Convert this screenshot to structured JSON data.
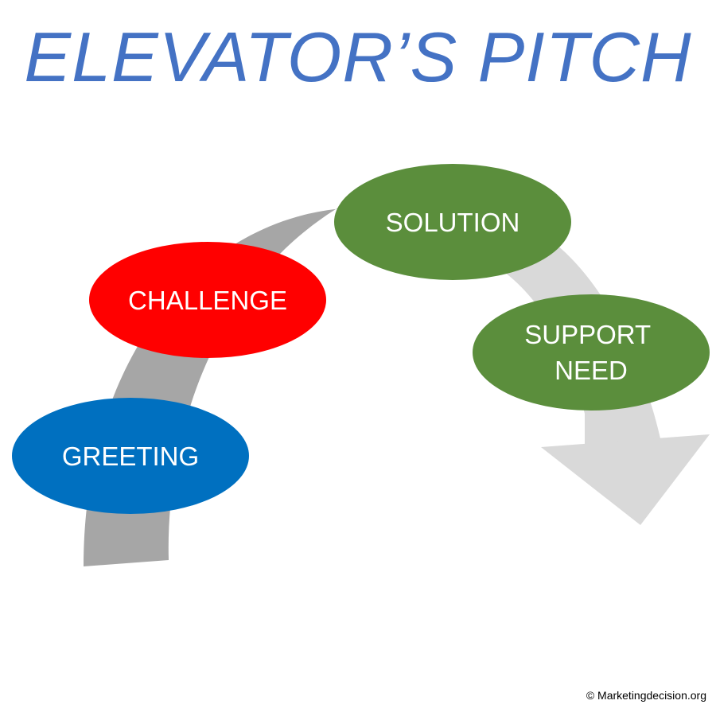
{
  "title": "ELEVATOR’S PITCH",
  "steps": [
    {
      "label_lines": [
        "GREETING"
      ],
      "color": "#0070C0"
    },
    {
      "label_lines": [
        "CHALLENGE"
      ],
      "color": "#FF0000"
    },
    {
      "label_lines": [
        "SOLUTION"
      ],
      "color": "#5B8E3C"
    },
    {
      "label_lines": [
        "SUPPORT",
        "NEED"
      ],
      "color": "#5B8E3C"
    }
  ],
  "arrow_colors": {
    "dark": "#A6A6A6",
    "light": "#D9D9D9"
  },
  "credit": "© Marketingdecision.org"
}
